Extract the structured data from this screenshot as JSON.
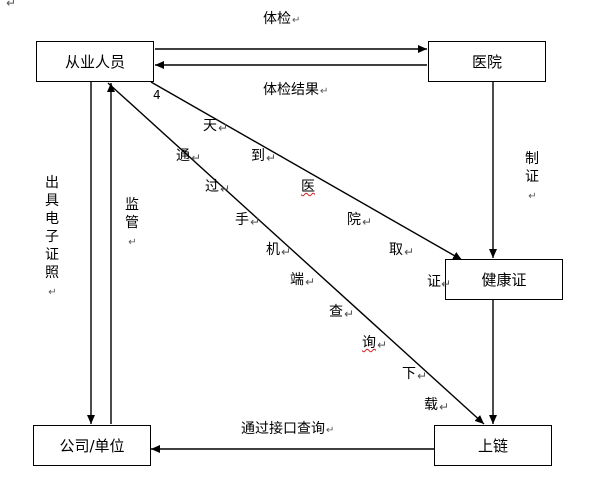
{
  "nodes": {
    "practitioner": "从业人员",
    "hospital": "医院",
    "health_cert": "健康证",
    "company": "公司/单位",
    "chain": "上链"
  },
  "edges": {
    "checkup": "体检",
    "checkup_result": "体检结果",
    "issue_cert": "出具电子证照",
    "supervise": "监管",
    "make_cert": "制证",
    "api_query": "通过接口查询",
    "go_hospital_prefix": "4",
    "go_hospital_chars": [
      "天",
      "到",
      "医",
      "院",
      "取",
      "证"
    ],
    "mobile_query_chars": [
      "通",
      "过",
      "手",
      "机",
      "端",
      "查",
      "询",
      "下",
      "载"
    ]
  },
  "paragraph_mark": "↵",
  "corner_mark": "↵",
  "colors": {
    "line": "#000000",
    "squiggle": "#d02020"
  }
}
